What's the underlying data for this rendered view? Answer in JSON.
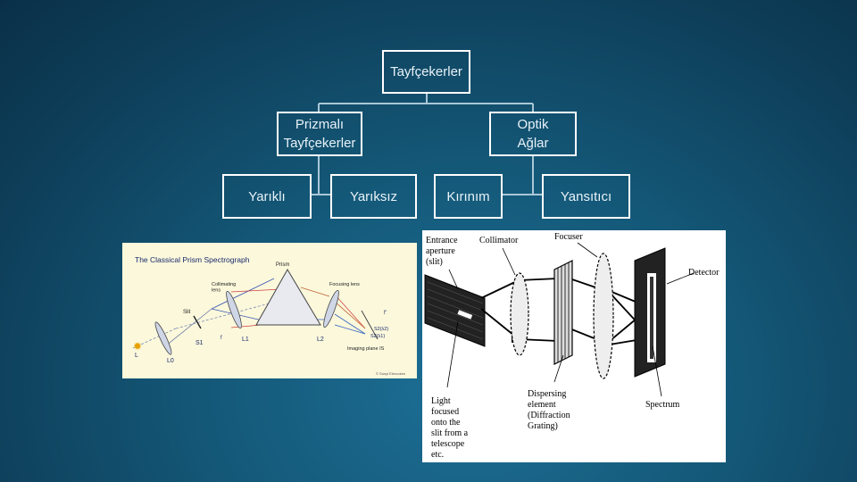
{
  "tree": {
    "root": "Tayfçekerler",
    "left": "Prizmalı\nTayfçekerler",
    "right": "Optik\nAğlar",
    "leaves": [
      "Yarıklı",
      "Yarıksız",
      "Kırınım",
      "Yansıtıcı"
    ]
  },
  "prism_figure": {
    "title": "The Classical Prism Spectrograph",
    "labels": {
      "prism": "Prism",
      "collimating_lens": "Collimating\nlens",
      "focusing_lens": "Focusing lens",
      "slit": "Slit",
      "s1": "S1",
      "f": "f",
      "l1": "L1",
      "l2": "L2",
      "l0": "L0",
      "l": "L",
      "imaging_plane": "Imaging plane IS",
      "s2_l2": "S2(λ2)",
      "s2_l1": "S2(λ1)",
      "f_prime": "f'",
      "credit": "© Sonyl Ebnooken"
    }
  },
  "grating_figure": {
    "labels": {
      "entrance": "Entrance\naperture\n(slit)",
      "collimator": "Collimator",
      "focuser": "Focuser",
      "detector": "Detector",
      "light": "Light\nfocused\nonto the\nslit from a\ntelescope\netc.",
      "dispersing": "Dispersing\nelement\n(Diffraction\nGrating)",
      "spectrum": "Spectrum"
    }
  },
  "colors": {
    "box_border": "#ffffff",
    "connector": "#a9c7d6",
    "prism_bg": "#fbf8dc"
  }
}
